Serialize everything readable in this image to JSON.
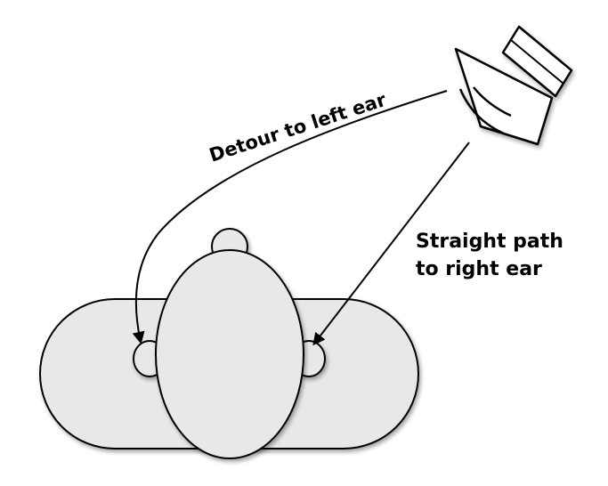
{
  "labels": {
    "detour": "Detour to left ear",
    "straight_line1": "Straight path",
    "straight_line2": "to right ear"
  },
  "colors": {
    "fill": "#e8e8e8",
    "stroke": "#000000",
    "background": "#ffffff"
  }
}
